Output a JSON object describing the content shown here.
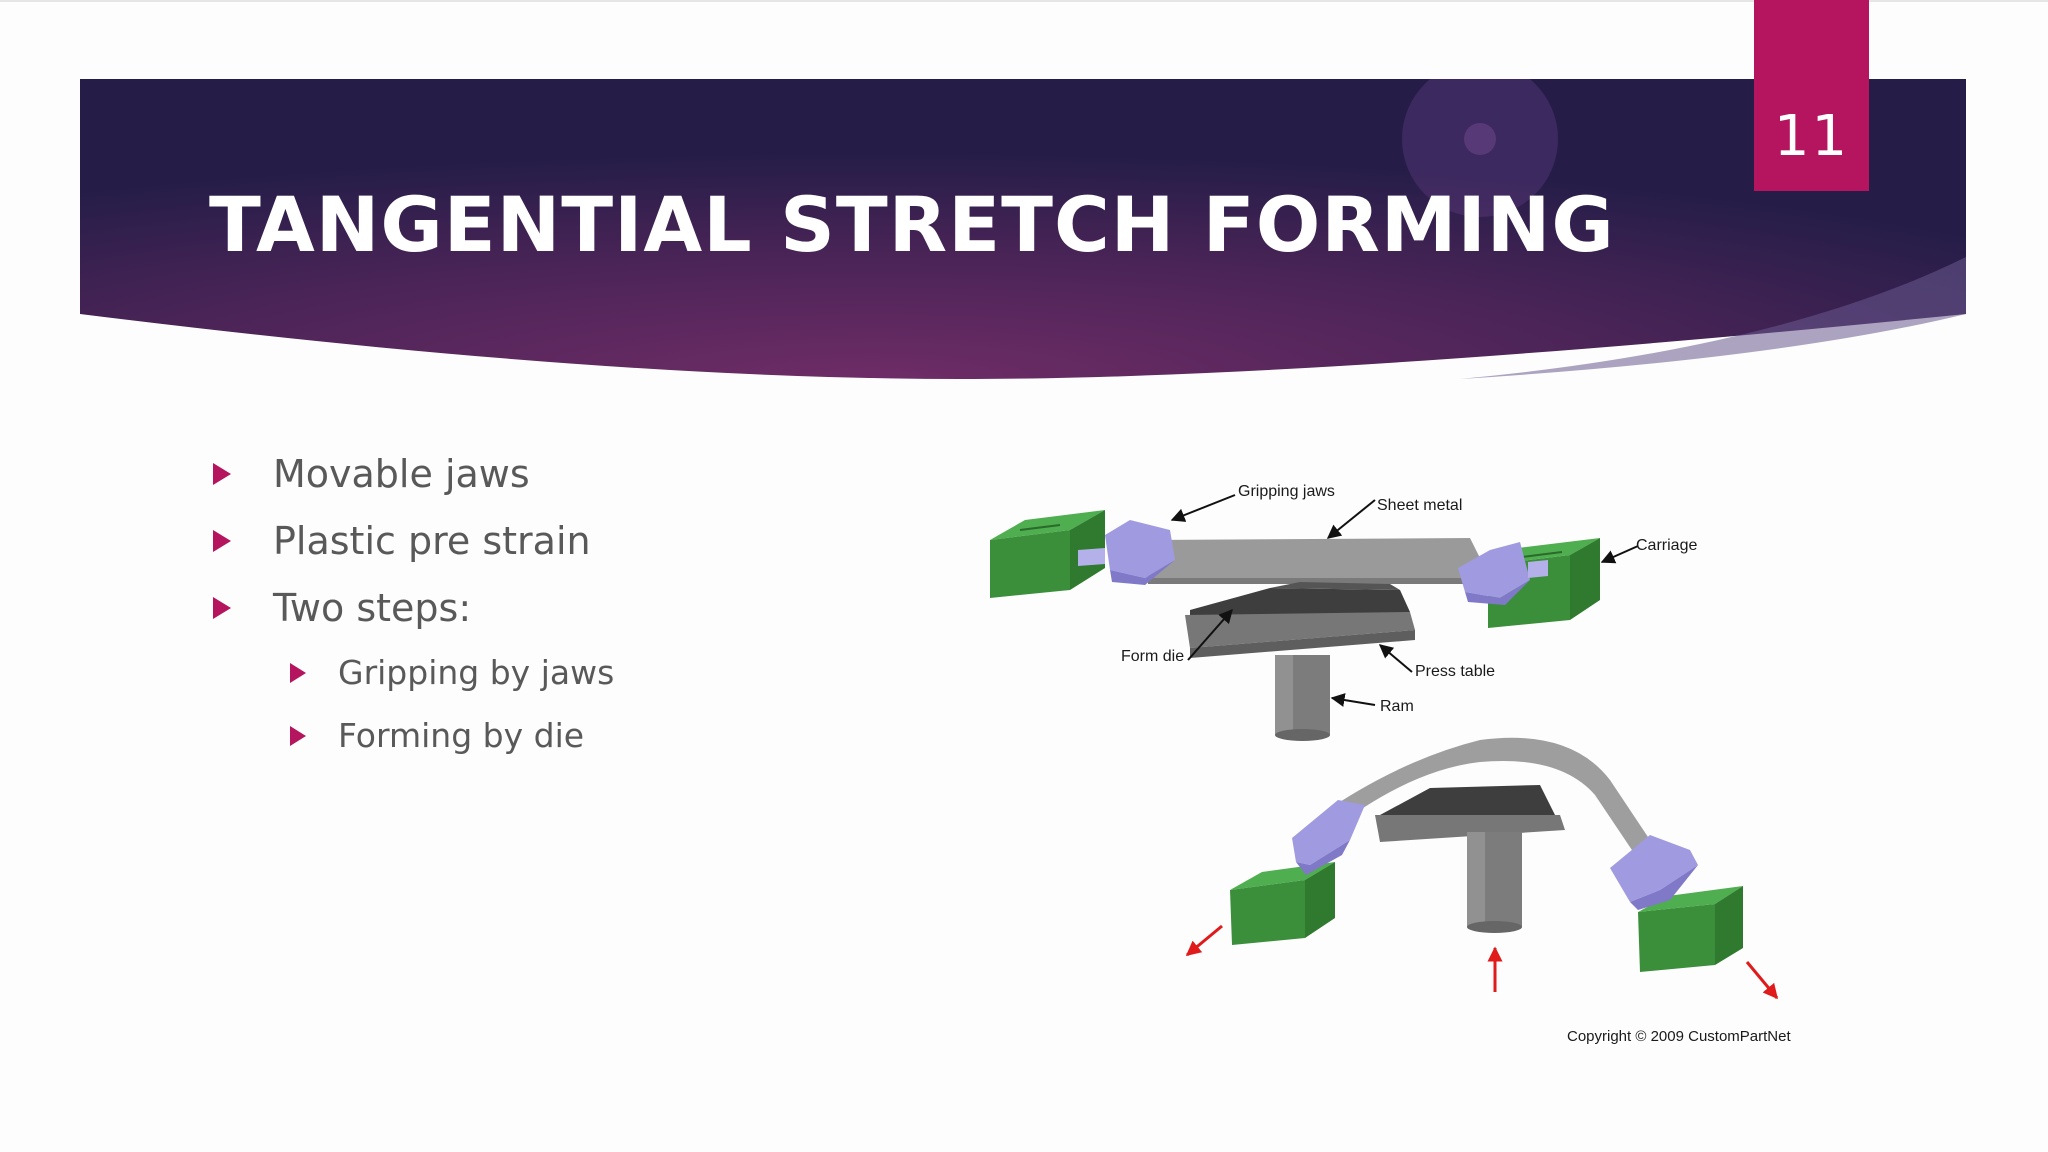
{
  "slide": {
    "number": "11",
    "title": "TANGENTIAL STRETCH FORMING"
  },
  "bullets": [
    {
      "text": "Movable jaws",
      "level": 1
    },
    {
      "text": "Plastic pre strain",
      "level": 1
    },
    {
      "text": "Two steps:",
      "level": 1
    },
    {
      "text": "Gripping by jaws",
      "level": 2
    },
    {
      "text": "Forming by die",
      "level": 2
    }
  ],
  "diagram": {
    "labels": {
      "gripping_jaws": "Gripping jaws",
      "sheet_metal": "Sheet metal",
      "carriage": "Carriage",
      "form_die": "Form die",
      "press_table": "Press table",
      "ram": "Ram"
    },
    "copyright": "Copyright © 2009 CustomPartNet"
  },
  "colors": {
    "accent": "#b5145e",
    "header_dark": "#2a1f4d",
    "header_mid": "#6a2a62",
    "bullet_text": "#595959",
    "carriage_green": "#3b8f3b",
    "jaw_lavender": "#a09be0",
    "force_arrow_red": "#e01b1b"
  }
}
